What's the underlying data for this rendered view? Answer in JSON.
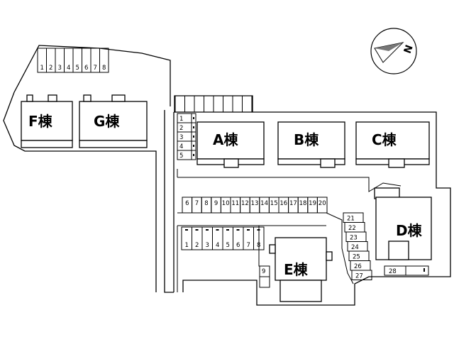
{
  "buildings": {
    "F": "F棟",
    "G": "G棟",
    "A": "A棟",
    "B": "B棟",
    "C": "C棟",
    "D": "D棟",
    "E": "E棟"
  },
  "compass": {
    "north_label": "N"
  },
  "parking": {
    "top_left_row": [
      "1",
      "2",
      "3",
      "4",
      "5",
      "6",
      "7",
      "8"
    ],
    "a_column": [
      "1",
      "2",
      "3",
      "4",
      "5"
    ],
    "middle_row": [
      "6",
      "7",
      "8",
      "9",
      "10",
      "11",
      "12",
      "13",
      "14",
      "15",
      "16",
      "17",
      "18",
      "19",
      "20"
    ],
    "lower_row": [
      "1",
      "2",
      "3",
      "4",
      "5",
      "6",
      "7",
      "8"
    ],
    "lower_extra": "9",
    "right_column": [
      "21",
      "22",
      "23",
      "24",
      "25",
      "26",
      "27"
    ],
    "d_slot": "28"
  }
}
